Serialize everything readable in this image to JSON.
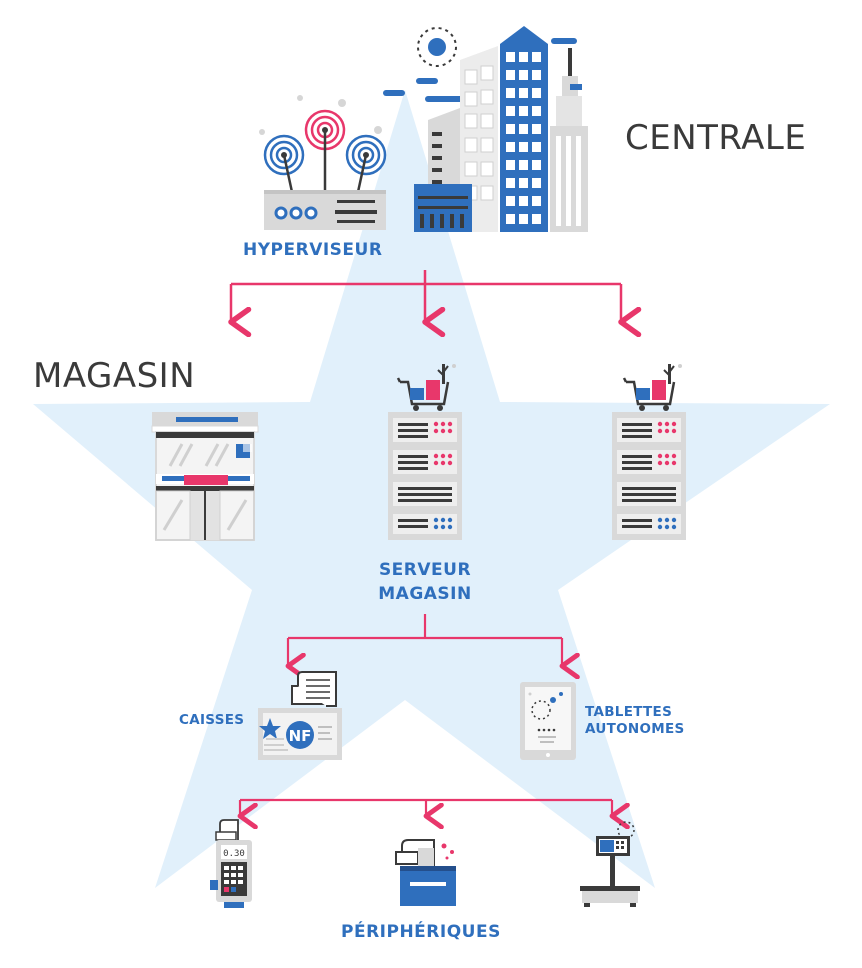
{
  "labels": {
    "centrale": "CENTRALE",
    "magasin": "MAGASIN",
    "hyperviseur": "HYPERVISEUR",
    "serveur_magasin_line1": "SERVEUR",
    "serveur_magasin_line2": "MAGASIN",
    "caisses": "CAISSES",
    "tablettes_line1": "TABLETTES",
    "tablettes_line2": "AUTONOMES",
    "peripheriques": "PÉRIPHÉRIQUES",
    "nf_badge": "NF",
    "receipt_amount": "0.30"
  },
  "colors": {
    "blue": "#2f6fbd",
    "pink": "#e8376b",
    "star": "#e1f0fb",
    "gray": "#d9d9d9",
    "dark": "#3a3a3a"
  },
  "icons": [
    "hypervisor-router-icon",
    "city-buildings-icon",
    "storefront-icon",
    "server-rack-icon",
    "shopping-cart-icon",
    "cash-register-icon",
    "tablet-icon",
    "payment-terminal-icon",
    "receipt-printer-icon",
    "weighing-scale-icon"
  ]
}
